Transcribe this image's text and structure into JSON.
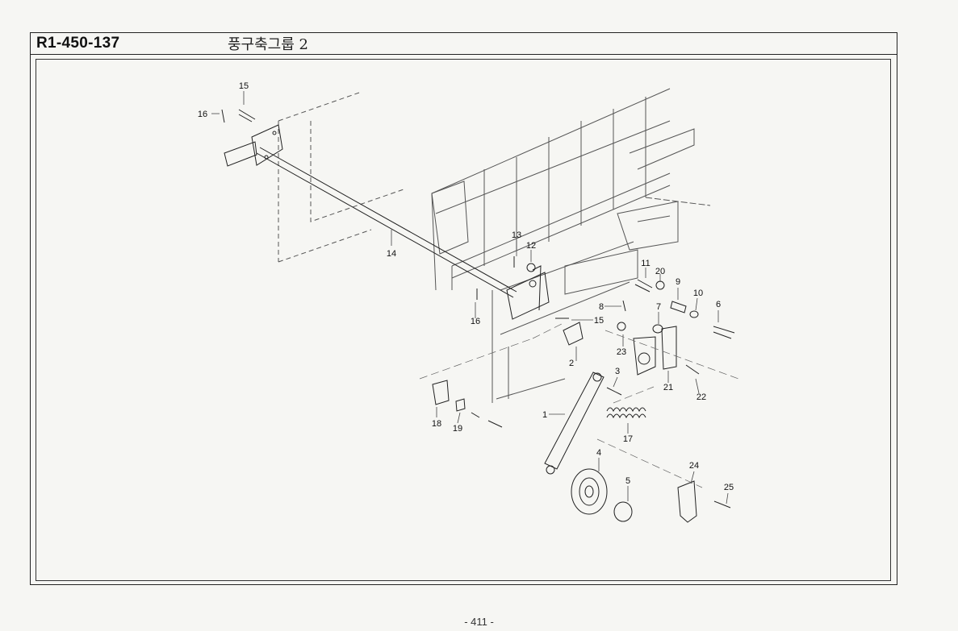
{
  "header": {
    "code": "R1-450-137",
    "title": "풍구축그룹 2"
  },
  "parts": [
    {
      "num": "1"
    },
    {
      "num": "2"
    },
    {
      "num": "3"
    },
    {
      "num": "4"
    },
    {
      "num": "5"
    },
    {
      "num": "6"
    },
    {
      "num": "7"
    },
    {
      "num": "8"
    },
    {
      "num": "9"
    },
    {
      "num": "10"
    },
    {
      "num": "11"
    },
    {
      "num": "12"
    },
    {
      "num": "13"
    },
    {
      "num": "14"
    },
    {
      "num": "15"
    },
    {
      "num": "15"
    },
    {
      "num": "16"
    },
    {
      "num": "16"
    },
    {
      "num": "17"
    },
    {
      "num": "18"
    },
    {
      "num": "19"
    },
    {
      "num": "20"
    },
    {
      "num": "21"
    },
    {
      "num": "22"
    },
    {
      "num": "23"
    },
    {
      "num": "24"
    },
    {
      "num": "25"
    }
  ],
  "footer": {
    "page": "- 411 -"
  }
}
